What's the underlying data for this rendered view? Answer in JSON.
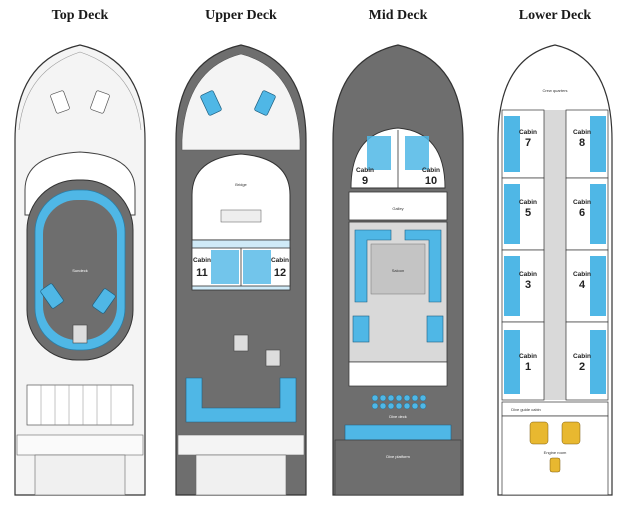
{
  "decks": [
    {
      "title": "Top Deck"
    },
    {
      "title": "Upper Deck"
    },
    {
      "title": "Mid Deck"
    },
    {
      "title": "Lower Deck"
    }
  ],
  "labels": {
    "cabin_word": "Cabin",
    "sundeck": "Sundeck",
    "bridge": "Bridge",
    "galley": "Galley",
    "saloon": "Saloon",
    "dive_deck": "Dive deck",
    "dive_platform": "Dive platform",
    "crew_quarters": "Crew quarters",
    "dive_guide_cabin": "Dive guide cabin",
    "engine_room": "Engine room"
  },
  "cabins": {
    "upper": [
      "11",
      "12"
    ],
    "mid": [
      "9",
      "10"
    ],
    "lower": [
      "7",
      "8",
      "5",
      "6",
      "3",
      "4",
      "1",
      "2"
    ]
  },
  "colors": {
    "hull_outline": "#333333",
    "deck_gray": "#6e6e6e",
    "light_gray": "#d9d9d9",
    "cabin_blue": "#4fb7e6",
    "pale_blue": "#cfeaf7",
    "engine_yellow": "#e8b830"
  }
}
